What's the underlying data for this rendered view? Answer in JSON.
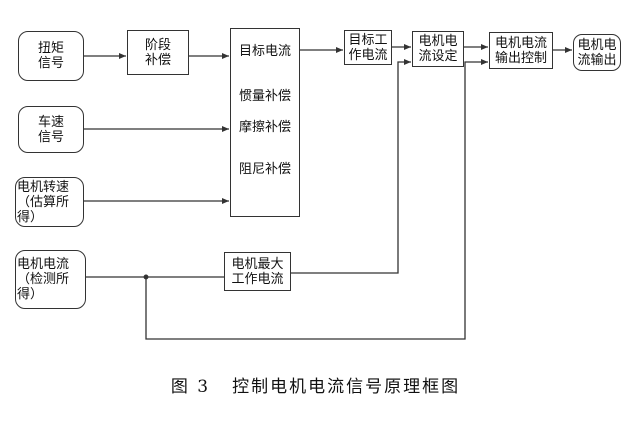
{
  "nodes": {
    "torque_signal": {
      "lines": [
        "扭矩",
        "信号"
      ]
    },
    "stage_compensation": {
      "lines": [
        "阶段",
        "补偿"
      ]
    },
    "target_block": {
      "items": [
        "目标电流",
        "惯量补偿",
        "摩擦补偿",
        "阻尼补偿"
      ]
    },
    "target_working_current": {
      "lines": [
        "目标工",
        "作电流"
      ]
    },
    "motor_current_setting": {
      "lines": [
        "电机电",
        "流设定"
      ]
    },
    "motor_current_output_control": {
      "lines": [
        "电机电流",
        "输出控制"
      ]
    },
    "motor_current_output": {
      "lines": [
        "电机电",
        "流输出"
      ]
    },
    "vehicle_speed_signal": {
      "lines": [
        "车速",
        "信号"
      ]
    },
    "motor_speed": {
      "lines": [
        "电机转速",
        "（估算所",
        "得）"
      ]
    },
    "motor_current_measured": {
      "lines": [
        "电机电流",
        "（检测所",
        "得）"
      ]
    },
    "motor_max_working_current": {
      "lines": [
        "电机最大",
        "工作电流"
      ]
    }
  },
  "caption": {
    "figure": "图 3",
    "title": "控制电机电流信号原理框图"
  },
  "colors": {
    "line": "#333333",
    "text": "#111111",
    "background": "#ffffff"
  }
}
